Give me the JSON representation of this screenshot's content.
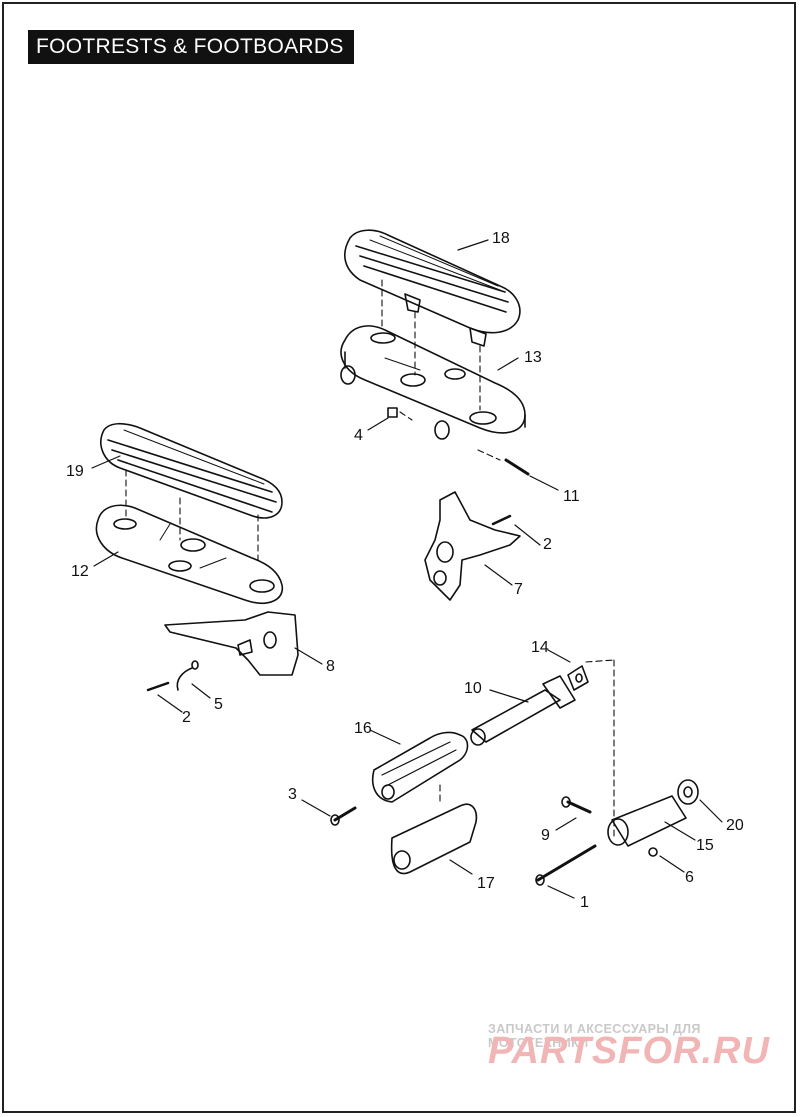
{
  "title": "FOOTRESTS & FOOTBOARDS",
  "callouts": {
    "c1": "1",
    "c2a": "2",
    "c2b": "2",
    "c3": "3",
    "c4": "4",
    "c5": "5",
    "c6": "6",
    "c7": "7",
    "c8": "8",
    "c9": "9",
    "c10": "10",
    "c11": "11",
    "c12": "12",
    "c13": "13",
    "c14": "14",
    "c15": "15",
    "c16": "16",
    "c17": "17",
    "c18": "18",
    "c19": "19",
    "c20": "20"
  },
  "watermark": {
    "tagline": "ЗАПЧАСТИ И АКСЕССУАРЫ ДЛЯ МОТОТЕХНИКИ",
    "logo": "PARTSFOR.RU"
  },
  "colors": {
    "line": "#111111",
    "title_bg": "#111111",
    "watermark_logo": "#f2b5b5"
  }
}
